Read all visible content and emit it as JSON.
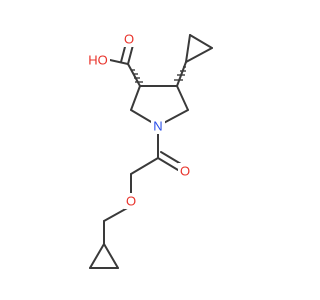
{
  "diagram": {
    "kind": "chemical-structure",
    "atom_labels": {
      "hydroxyl": "HO",
      "carbonyl_oxygen_acid": "O",
      "ring_nitrogen": "N",
      "amide_oxygen": "O",
      "ether_oxygen": "O"
    },
    "colors": {
      "oxygen": "#e8322a",
      "nitrogen": "#2a4ee8",
      "bond": "#3a3a3a",
      "background": "#ffffff"
    }
  }
}
